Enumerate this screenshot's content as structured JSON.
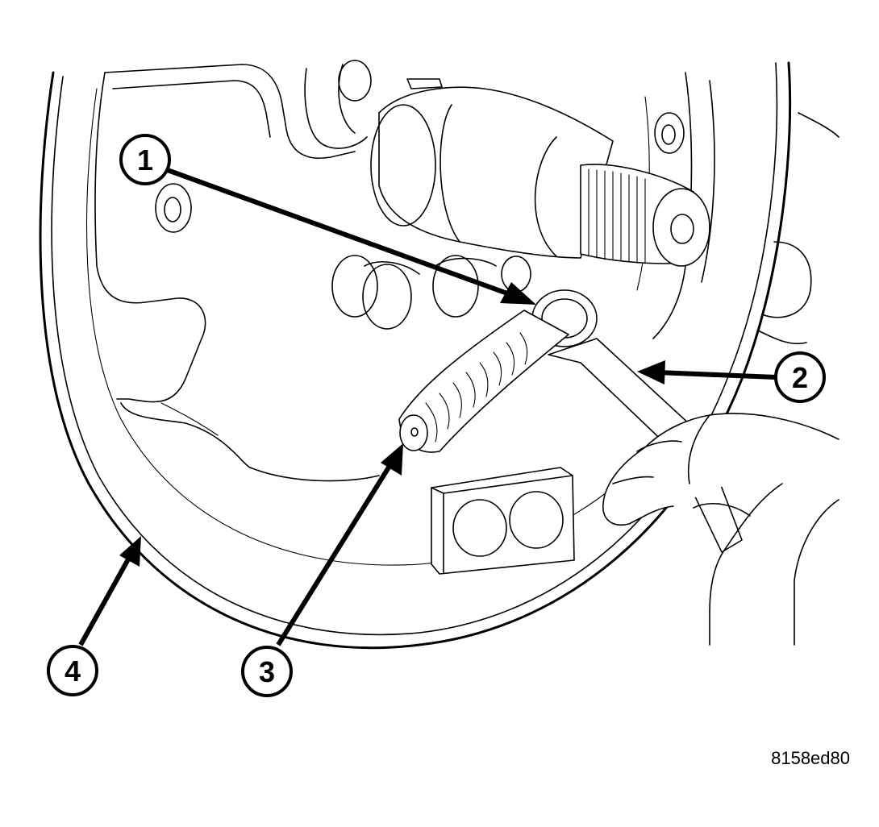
{
  "callouts": [
    {
      "id": "1",
      "label": "1"
    },
    {
      "id": "2",
      "label": "2"
    },
    {
      "id": "3",
      "label": "3"
    },
    {
      "id": "4",
      "label": "4"
    }
  ],
  "figure_id": "8158ed80"
}
